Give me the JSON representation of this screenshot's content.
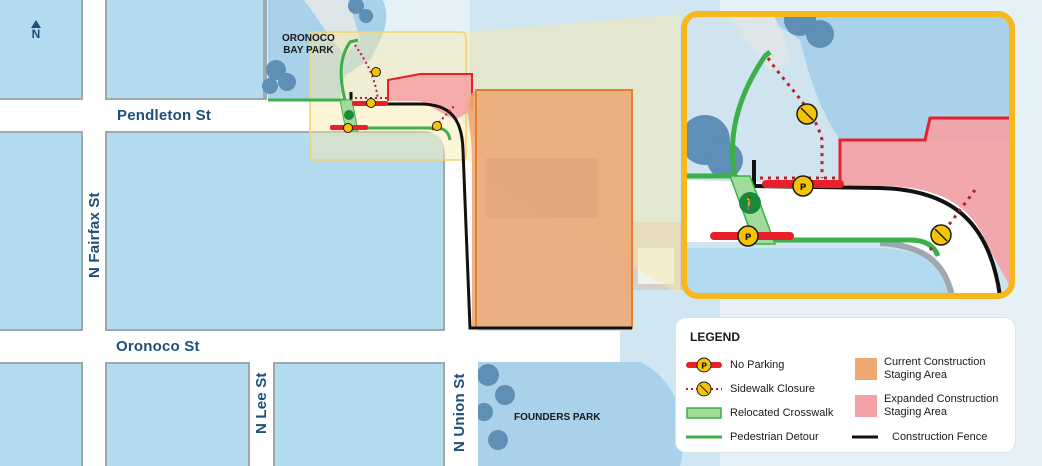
{
  "map": {
    "north_label": "N",
    "streets": {
      "pendleton": "Pendleton St",
      "oronoco": "Oronoco St",
      "n_fairfax": "N Fairfax St",
      "n_lee": "N Lee St",
      "n_union": "N Union St"
    },
    "parks": {
      "oronoco_bay_line1": "ORONOCO",
      "oronoco_bay_line2": "BAY PARK",
      "founders": "FOUNDERS PARK"
    },
    "colors": {
      "water": "#a9d2ea",
      "block": "#b3dbf0",
      "block_border": "#9ea8ad",
      "street": "#ffffff",
      "park": "#5f8fb5",
      "detour": "#3cb04a",
      "crosswalk": "#9fdb9b",
      "no_parking": "#e8202a",
      "closure": "#b8202a",
      "current_staging": "#eda874",
      "current_staging_border": "#e57f2d",
      "expanded_staging": "#f4a0a4",
      "fence": "#111111",
      "callout_border": "#f5b91d",
      "callout_zone": "#fbe9a6",
      "legend_text": "#1a1a1a"
    }
  },
  "legend": {
    "title": "LEGEND",
    "items": {
      "no_parking": "No Parking",
      "sidewalk_closure": "Sidewalk Closure",
      "relocated_crosswalk": "Relocated Crosswalk",
      "pedestrian_detour": "Pedestrian Detour",
      "current_staging_line1": "Current Construction",
      "current_staging_line2": "Staging Area",
      "expanded_staging_line1": "Expanded Construction",
      "expanded_staging_line2": "Staging Area",
      "construction_fence": "Construction Fence"
    }
  }
}
